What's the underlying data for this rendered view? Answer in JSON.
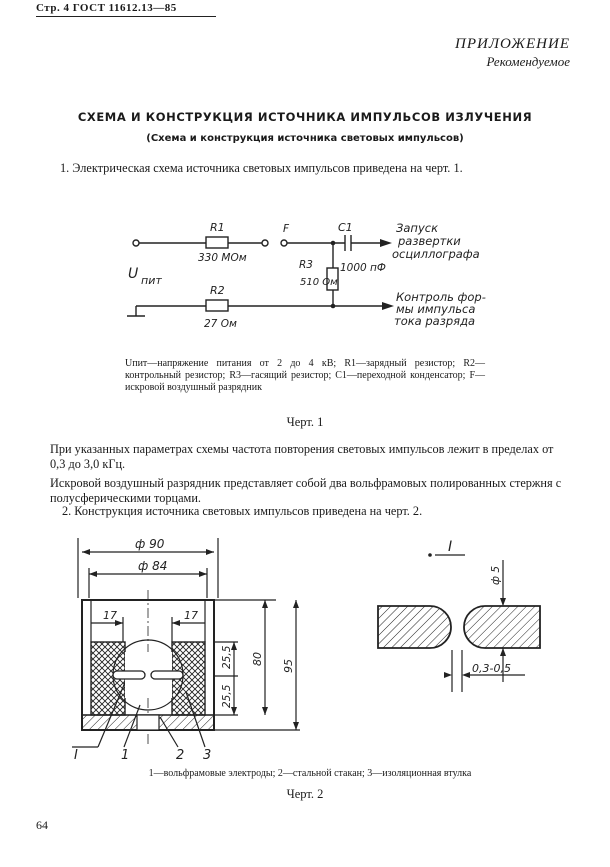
{
  "header": {
    "standard": "Стр. 4  ГОСТ 11612.13—85"
  },
  "appendix": {
    "label": "ПРИЛОЖЕНИЕ",
    "status": "Рекомендуемое"
  },
  "title": "СХЕМА И КОНСТРУКЦИЯ ИСТОЧНИКА ИМПУЛЬСОВ ИЗЛУЧЕНИЯ",
  "subtitle": "(Схема и конструкция источника световых импульсов)",
  "paragraphs": {
    "p1": "1. Электрическая схема источника световых импульсов приведена на черт. 1.",
    "p3": "При указанных параметрах схемы частота повторения световых импульсов лежит в пределах от 0,3 до 3,0 кГц.",
    "p4": "Искровой воздушный разрядник представляет собой два вольфрамовых полированных стержня с полусферическими торцами.",
    "p5": "2. Конструкция источника световых импульсов приведена на черт. 2."
  },
  "circuit": {
    "r1": "R1",
    "r1_value": "330 МОм",
    "r2": "R2",
    "r2_value": "27 Ом",
    "r3": "R3",
    "r3_value": "510 Ом",
    "c1": "C1",
    "c1_value": "1000 пФ",
    "f": "F",
    "u_symbol": "U",
    "u_sub": "пит",
    "out1_l1": "Запуск",
    "out1_l2": "развертки",
    "out1_l3": "осциллографа",
    "out2_l1": "Контроль фор-",
    "out2_l2": "мы импульса",
    "out2_l3": "тока разряда"
  },
  "legend1": "Uпит—напряжение питания от 2 до 4 кВ; R1—зарядный резистор; R2—контрольный резистор; R3—гасящий резистор; C1—переходной конденсатор; F—искровой воздушный разрядник",
  "caption1": "Черт. 1",
  "drawing": {
    "d_outer": "ф 90",
    "d_inner": "ф 84",
    "d_17_left": "17",
    "d_17_right": "17",
    "d_255_top": "25,5",
    "d_255_bot": "25,5",
    "d_80": "80",
    "d_95": "95",
    "section": "I",
    "label1": "1",
    "label2": "2",
    "label3": "3",
    "detail_label": "I",
    "d_5": "ф 5",
    "gap": "0,3-0,5"
  },
  "legend2": "1—вольфрамовые электроды; 2—стальной стакан; 3—изоляционная втулка",
  "caption2": "Черт. 2",
  "page_number": "64"
}
